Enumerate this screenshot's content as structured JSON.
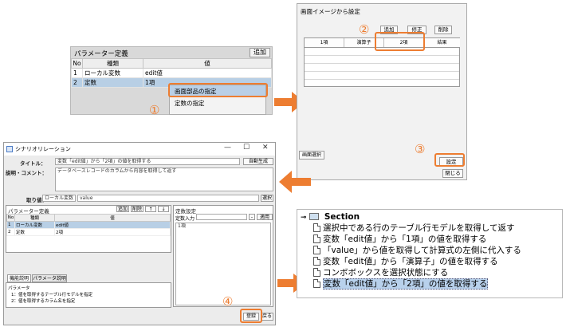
{
  "panel1": {
    "title": "パラメーター定義",
    "add_label": "追加",
    "columns": [
      "No",
      "種類",
      "値"
    ],
    "rows": [
      {
        "no": "1",
        "kind": "ローカル変数",
        "value": "edit値"
      },
      {
        "no": "2",
        "kind": "定数",
        "value": "1項"
      }
    ],
    "menu": [
      "画面部品の指定",
      "定数の指定"
    ]
  },
  "callouts": {
    "one": "①",
    "two": "②",
    "three": "③",
    "four": "④"
  },
  "panel2": {
    "title": "画面イメージから設定",
    "buttons": [
      "追加",
      "修正",
      "削除"
    ],
    "columns": [
      "1項",
      "演算子",
      "2項",
      "結果"
    ],
    "pick_label": "画面選択",
    "set_label": "設定",
    "close_label": "閉じる"
  },
  "panel3": {
    "window_title": "シナリオリレーション",
    "title_label": "タイトル：",
    "title_value": "変数「edit値」から「2項」の値を取得する",
    "auto_label": "自動生成",
    "desc_label": "説明・コメント：",
    "desc_value": "データベースレコードのカラムから内容を取得して返す",
    "get_label": "取り値：",
    "get_kind": "ローカル変数",
    "get_value": "value",
    "select_label": "選択",
    "param_title": "パラメーター定義",
    "param_buttons": [
      "追加",
      "削除",
      "↑",
      "↓"
    ],
    "param_columns": [
      "No",
      "種類",
      "値"
    ],
    "param_rows": [
      {
        "no": "1",
        "kind": "ローカル変数",
        "value": "edit値"
      },
      {
        "no": "2",
        "kind": "定数",
        "value": "2項"
      }
    ],
    "def_title": "定数設定",
    "def_input_label": "定数入力",
    "apply_label": "適用",
    "def_value": "1項",
    "tabs": [
      "機能説明",
      "パラメータ説明"
    ],
    "help_lines": [
      "パラメータ",
      "1：値を取得するテーブル行モデルを指定",
      "2：値を取得するカラム名を指定"
    ],
    "register_label": "登録",
    "cancel_label": "戻る"
  },
  "panel4": {
    "root": "Section",
    "items": [
      "選択中である行のテーブル行モデルを取得して返す",
      "変数「edit値」から「1項」の値を取得する",
      "「value」から値を取得して計算式の左側に代入する",
      "変数「edit値」から「演算子」の値を取得する",
      "コンボボックスを選択状態にする",
      "変数「edit値」から「2項」の値を取得する"
    ]
  },
  "colors": {
    "accent": "#ed7d31",
    "selection": "#b8cfe5"
  }
}
